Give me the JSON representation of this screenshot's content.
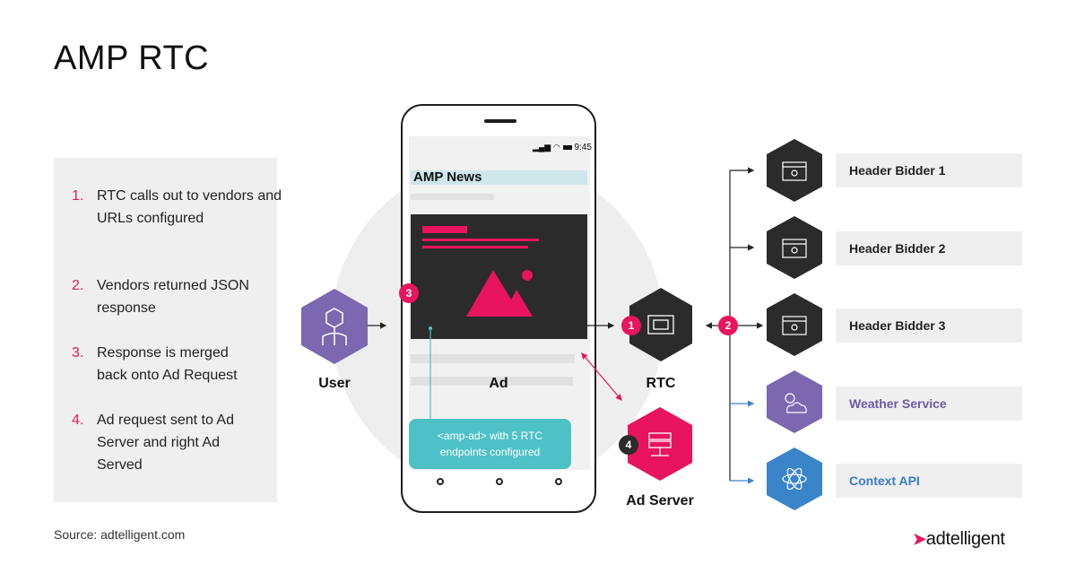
{
  "title": "AMP RTC",
  "steps": [
    {
      "num": "1.",
      "text": "RTC calls out to vendors and URLs configured"
    },
    {
      "num": "2.",
      "text": "Vendors returned JSON response"
    },
    {
      "num": "3.",
      "text": "Response is merged back onto Ad Request"
    },
    {
      "num": "4.",
      "text": "Ad request sent to Ad Server and right Ad Served"
    }
  ],
  "source": "Source: adtelligent.com",
  "phone": {
    "time": "9:45",
    "app_title": "AMP News",
    "ad_label": "Ad",
    "callout": "<amp-ad> with 5 RTC endpoints configured"
  },
  "nodes": {
    "user": "User",
    "rtc": "RTC",
    "ad_server": "Ad Server"
  },
  "badges": {
    "b1": "1",
    "b2": "2",
    "b3": "3",
    "b4": "4"
  },
  "vendors": [
    {
      "label": "Header Bidder 1",
      "icon": "browser-search-icon",
      "color": "#2b2b2b",
      "text_color": "#222222"
    },
    {
      "label": "Header Bidder 2",
      "icon": "browser-search-icon",
      "color": "#2b2b2b",
      "text_color": "#222222"
    },
    {
      "label": "Header Bidder 3",
      "icon": "browser-search-icon",
      "color": "#2b2b2b",
      "text_color": "#222222"
    },
    {
      "label": "Weather Service",
      "icon": "sun-cloud-icon",
      "color": "#7b68b0",
      "text_color": "#6e5aa8"
    },
    {
      "label": "Context API",
      "icon": "atom-icon",
      "color": "#3a84c9",
      "text_color": "#3a7cc0"
    }
  ],
  "colors": {
    "accent": "#e8145e",
    "teal": "#4ec1c6",
    "user_hex": "#7b68b0",
    "dark_hex": "#2b2b2b"
  },
  "brand": "adtelligent"
}
